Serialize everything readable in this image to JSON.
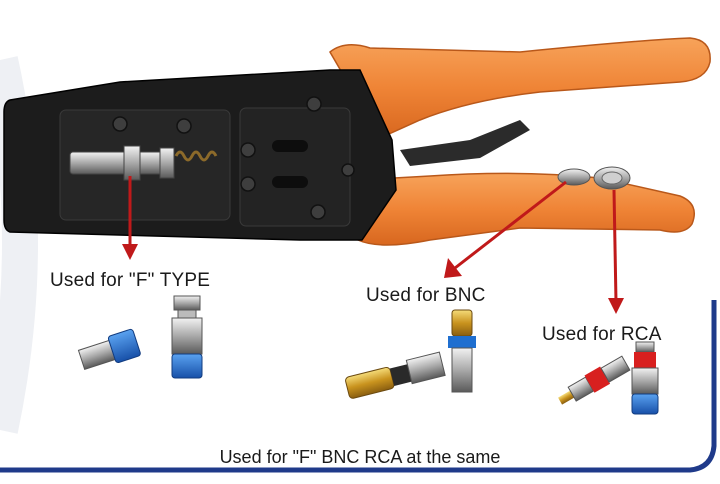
{
  "labels": {
    "f_type": "Used for \"F\" TYPE",
    "bnc": "Used for BNC",
    "rca": "Used for RCA",
    "caption": "Used for \"F\" BNC  RCA at the same"
  },
  "colors": {
    "handle_orange": "#f08a3c",
    "tool_black": "#1c1c1c",
    "arrow_red": "#c0191a",
    "frame_blue": "#1f3a8a",
    "connector_blue": "#1f6fd0",
    "connector_gold": "#d9a52a",
    "rca_red": "#d8201f"
  }
}
